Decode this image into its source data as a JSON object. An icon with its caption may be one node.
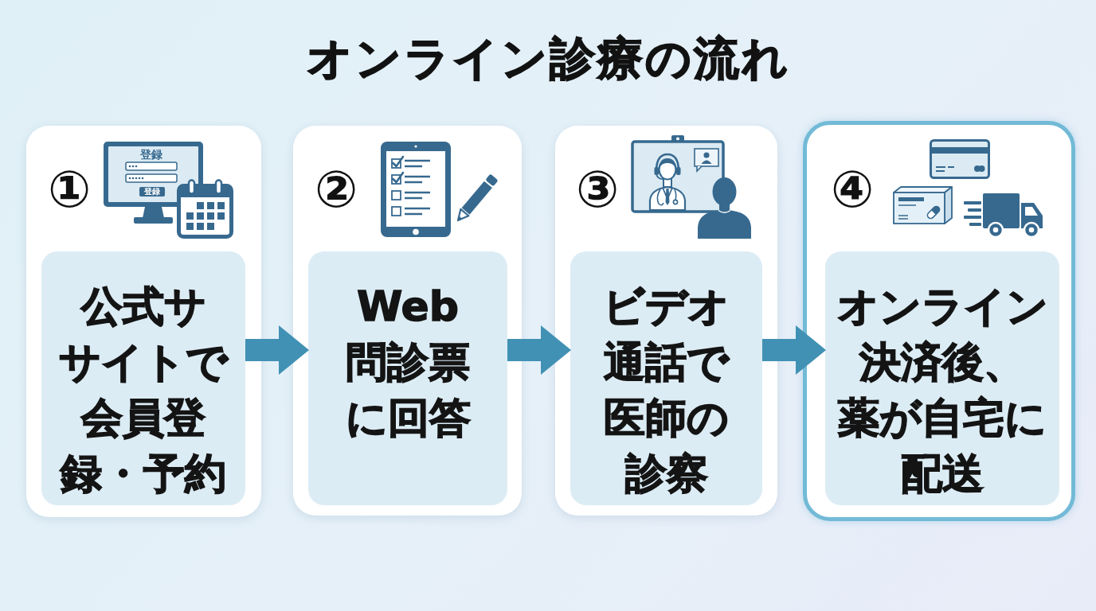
{
  "diagram": {
    "title": "オンライン診療の流れ",
    "nodes": [
      {
        "text": [
          "①"
        ]
      },
      {
        "text": [
          "公式ササイトで会員登録・予約"
        ],
        "in": 0
      },
      {
        "text": [
          "②"
        ]
      },
      {
        "text": [
          "Web問診票に回答"
        ],
        "in": 2
      },
      {
        "text": [
          "③"
        ]
      },
      {
        "text": [
          "ビデオ通話で医師の診察"
        ],
        "in": 4
      },
      {
        "text": [
          "④"
        ]
      },
      {
        "text": [
          "オンライン決済後、薬が自宅に配送"
        ],
        "in": 6
      }
    ],
    "edges": [
      {
        "from": 1,
        "to": 3,
        "arrow": "to"
      },
      {
        "from": 3,
        "to": 5,
        "arrow": "to"
      },
      {
        "from": 5,
        "to": 7,
        "arrow": "to"
      }
    ],
    "labels": [
      "登録",
      "登録"
    ]
  }
}
